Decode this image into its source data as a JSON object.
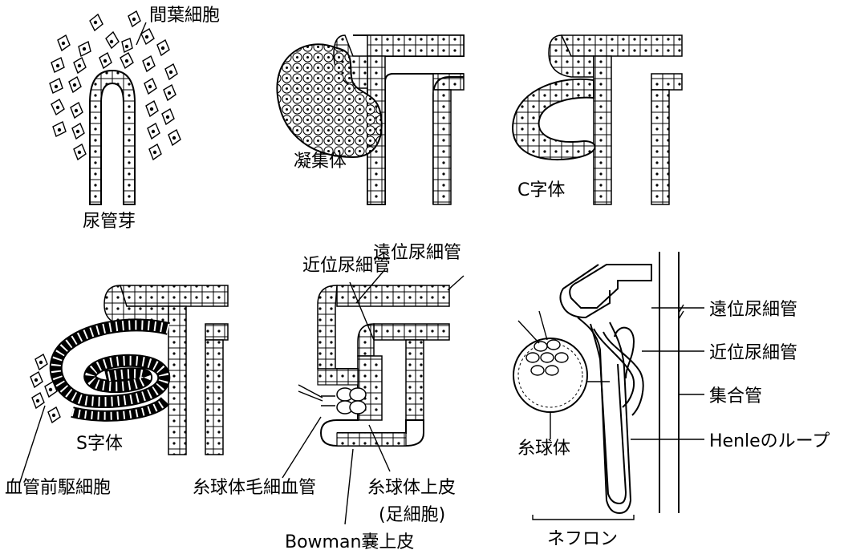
{
  "labels": {
    "mesenchymal_cells": "間葉細胞",
    "ureteric_bud": "尿管芽",
    "aggregate": "凝集体",
    "comma_body": "C字体",
    "s_body": "S字体",
    "vascular_precursor": "血管前駆細胞",
    "proximal_tubule_mid": "近位尿細管",
    "distal_tubule_mid": "遠位尿細管",
    "glomerular_capillary": "糸球体毛細血管",
    "glomerular_epithelium": "糸球体上皮",
    "podocyte": "(足細胞)",
    "bowman_epithelium": "Bowman嚢上皮",
    "distal_tubule_right": "遠位尿細管",
    "proximal_tubule_right": "近位尿細管",
    "collecting_duct": "集合管",
    "glomerulus": "糸球体",
    "loop_of_henle": "Henleのループ",
    "nephron": "ネフロン"
  }
}
